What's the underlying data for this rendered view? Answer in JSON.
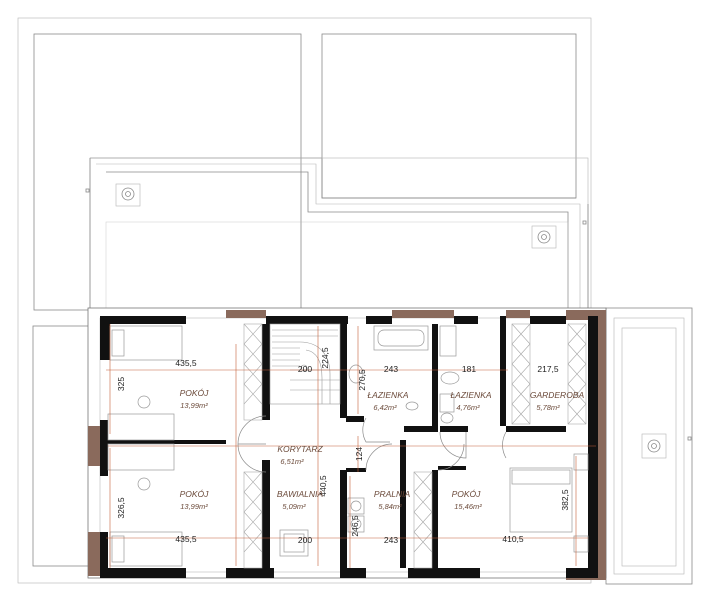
{
  "rooms": [
    {
      "id": "pokoj-1",
      "name": "POKÓJ",
      "area": "13,99m²"
    },
    {
      "id": "pokoj-2",
      "name": "POKÓJ",
      "area": "13,99m²"
    },
    {
      "id": "korytarz",
      "name": "KORYTARZ",
      "area": "6,51m²"
    },
    {
      "id": "lazienka-1",
      "name": "ŁAZIENKA",
      "area": "6,42m²"
    },
    {
      "id": "lazienka-2",
      "name": "ŁAZIENKA",
      "area": "4,76m²"
    },
    {
      "id": "garderoba",
      "name": "GARDEROBA",
      "area": "5,78m²"
    },
    {
      "id": "bawialnia",
      "name": "BAWIALNIA",
      "area": "5,09m²"
    },
    {
      "id": "pralnia",
      "name": "PRALNIA",
      "area": "5,84m²"
    },
    {
      "id": "pokoj-3",
      "name": "POKÓJ",
      "area": "15,46m²"
    }
  ],
  "dimensions": {
    "pokoj1_width": "435,5",
    "pokoj2_width": "435,5",
    "stair_width": "200",
    "bawialnia_width": "200",
    "lazienka1_width": "243",
    "pralnia_width": "243",
    "lazienka2_width": "181",
    "garderoba_width": "217,5",
    "pokoj3_width": "410,5",
    "pokoj1_depth": "325",
    "pokoj2_depth": "326,5",
    "stair_depth": "224,5",
    "lazienka1_depth": "270,5",
    "korytarz_gap": "124",
    "bawialnia_depth": "440,5",
    "pralnia_depth": "246,5",
    "pokoj3_depth": "382,5"
  }
}
